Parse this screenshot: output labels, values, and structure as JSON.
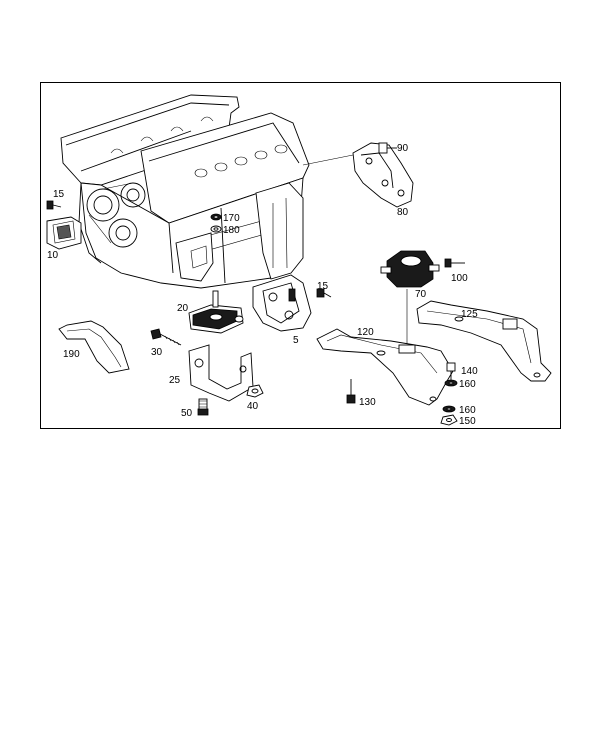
{
  "diagram": {
    "parts": [
      {
        "id": "p5",
        "label": "5"
      },
      {
        "id": "p10",
        "label": "10"
      },
      {
        "id": "p15a",
        "label": "15"
      },
      {
        "id": "p15b",
        "label": "15"
      },
      {
        "id": "p20",
        "label": "20"
      },
      {
        "id": "p25",
        "label": "25"
      },
      {
        "id": "p30",
        "label": "30"
      },
      {
        "id": "p40",
        "label": "40"
      },
      {
        "id": "p50",
        "label": "50"
      },
      {
        "id": "p70",
        "label": "70"
      },
      {
        "id": "p80",
        "label": "80"
      },
      {
        "id": "p90",
        "label": "90"
      },
      {
        "id": "p100",
        "label": "100"
      },
      {
        "id": "p120",
        "label": "120"
      },
      {
        "id": "p125",
        "label": "125"
      },
      {
        "id": "p130",
        "label": "130"
      },
      {
        "id": "p140",
        "label": "140"
      },
      {
        "id": "p150",
        "label": "150"
      },
      {
        "id": "p160a",
        "label": "160"
      },
      {
        "id": "p160b",
        "label": "160"
      },
      {
        "id": "p170",
        "label": "170"
      },
      {
        "id": "p180",
        "label": "180"
      },
      {
        "id": "p190",
        "label": "190"
      }
    ]
  }
}
